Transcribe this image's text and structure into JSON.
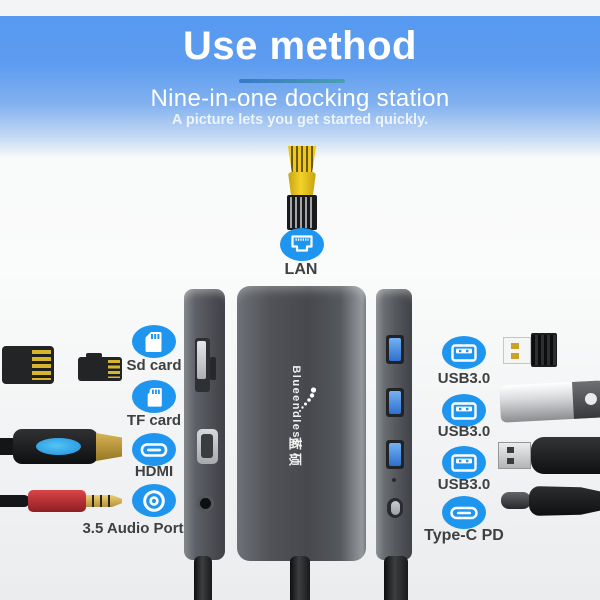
{
  "header": {
    "title": "Use method",
    "subtitle": "Nine-in-one docking station",
    "tagline": "A picture lets you get started quickly."
  },
  "device": {
    "brand": "Blueendless",
    "brand_cn": "蓝硕"
  },
  "ports": {
    "top": {
      "label": "LAN",
      "icon": "lan-port-icon"
    },
    "left": [
      {
        "label": "Sd card",
        "icon": "sd-card-icon"
      },
      {
        "label": "TF card",
        "icon": "tf-card-icon"
      },
      {
        "label": "HDMI",
        "icon": "hdmi-port-icon"
      },
      {
        "label": "3.5 Audio Port",
        "icon": "audio-jack-icon"
      }
    ],
    "right": [
      {
        "label": "USB3.0",
        "icon": "usb-port-icon"
      },
      {
        "label": "USB3.0",
        "icon": "usb-port-icon"
      },
      {
        "label": "USB3.0",
        "icon": "usb-port-icon"
      },
      {
        "label": "Type-C PD",
        "icon": "type-c-icon"
      }
    ]
  },
  "colors": {
    "accent_blue": "#1e96f0",
    "banner_blue": "#569af1",
    "underline_blue": "#3878c6",
    "underline_teal": "#49a0b0",
    "label_text": "#3f4040",
    "device_gray": "#53565c",
    "usb_port_blue": "#3485e8"
  }
}
